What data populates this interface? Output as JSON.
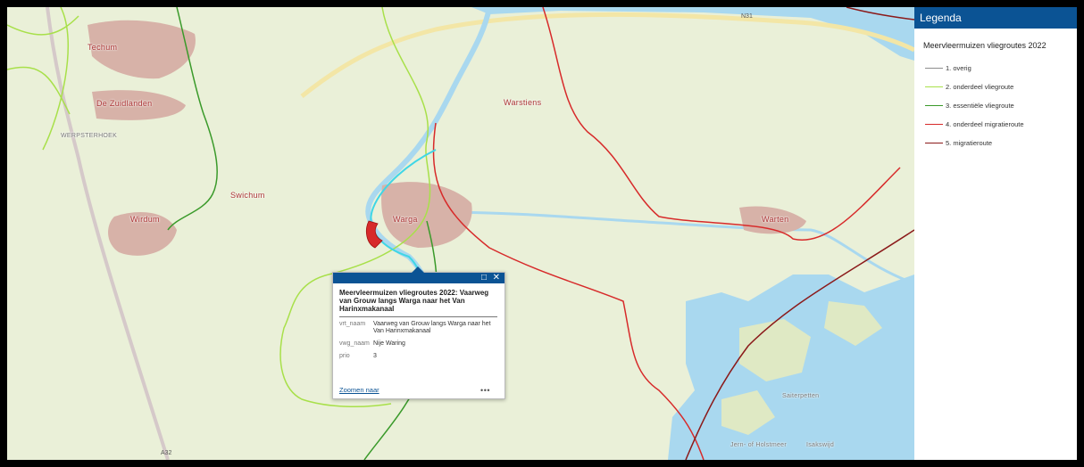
{
  "map": {
    "places": {
      "techum": "Techum",
      "de_zuidlanden": "De Zuidlanden",
      "werpsterhoek": "WERPSTERHOEK",
      "swichum": "Swichum",
      "wirdum": "Wirdum",
      "warga": "Warga",
      "warstiens": "Warstiens",
      "warten": "Warten",
      "saiterpetten": "Saiterpetten",
      "jern": "Jern- of Holstmeer",
      "isakswijd": "Isakswijd"
    },
    "roads": {
      "n31": "N31",
      "a32": "A32"
    },
    "colors": {
      "land": "#eaf0d8",
      "water": "#a9d8ef",
      "urban": "#d7b2a8",
      "migratieroute": "#8b1a1a",
      "onderdeel_migratieroute": "#d72a2a",
      "essentiele_vliegroute": "#3a9a2a",
      "onderdeel_vliegroute": "#a8e04a",
      "selected_route": "#3fd6e6"
    }
  },
  "legend": {
    "header": "Legenda",
    "layer_title": "Meervleermuizen vliegroutes 2022",
    "items": [
      {
        "label": "1. overig",
        "color": "#8c8c8c"
      },
      {
        "label": "2. onderdeel vliegroute",
        "color": "#a8e04a"
      },
      {
        "label": "3. essentiële vliegroute",
        "color": "#3a9a2a"
      },
      {
        "label": "4. onderdeel migratieroute",
        "color": "#d72a2a"
      },
      {
        "label": "5. migratieroute",
        "color": "#8b1a1a"
      }
    ]
  },
  "popup": {
    "maximize_icon": "□",
    "close_icon": "✕",
    "title": "Meervleermuizen vliegroutes 2022: Vaarweg van Grouw langs Warga naar het Van Harinxmakanaal",
    "rows": [
      {
        "key": "vrt_naam",
        "value": "Vaarweg van Grouw langs Warga naar het Van Harinxmakanaal"
      },
      {
        "key": "vwg_naam",
        "value": "Nije Waring"
      },
      {
        "key": "prio",
        "value": "3"
      }
    ],
    "zoom_label": "Zoomen naar",
    "more_label": "•••"
  }
}
